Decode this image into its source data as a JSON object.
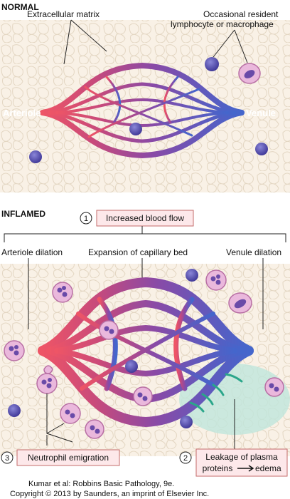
{
  "normal": {
    "heading": "NORMAL",
    "extracellular_matrix": "Extracellular matrix",
    "resident_line1": "Occasional resident",
    "resident_line2": "lymphocyte or macrophage",
    "arteriole": "Arteriole",
    "venule": "Venule"
  },
  "inflamed": {
    "heading": "INFLAMED",
    "step1_number": "1",
    "step1_label": "Increased blood flow",
    "arteriole_dilation": "Arteriole dilation",
    "capillary_expansion": "Expansion of capillary bed",
    "venule_dilation": "Venule dilation",
    "step3_number": "3",
    "step3_label": "Neutrophil emigration",
    "step2_number": "2",
    "step2_line1": "Leakage of plasma",
    "step2_line2_a": "proteins",
    "step2_line2_b": "edema"
  },
  "credit": {
    "line1": "Kumar et al: Robbins Basic Pathology, 9e.",
    "line2": "Copyright © 2013  by Saunders, an imprint of Elsevier Inc."
  },
  "colors": {
    "arteriole": "#ee5566",
    "venule": "#4466cc",
    "capillary_mid": "#8a4aa6",
    "matrix_fill": "#f9f1e6",
    "matrix_stroke": "#e3d6c2",
    "label_box_fill": "#fde8ea",
    "label_box_stroke": "#c46b6b",
    "edema": "#bfe6dc",
    "lymphocyte": "#4a3e9c",
    "neutrophil_fill": "#eab8dc"
  }
}
